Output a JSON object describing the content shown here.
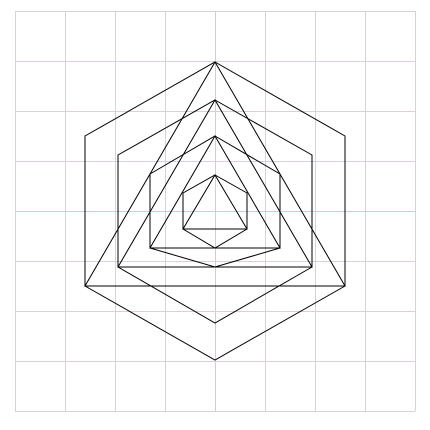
{
  "colors": {
    "background": "#ffffff",
    "grid": "#d9cfe0",
    "axis": "#f2b8e6",
    "shape_stroke": "#000000"
  },
  "figure": {
    "grid_divisions": 8,
    "hexagon_count": 4,
    "triangle_count": 4,
    "shapes": [
      {
        "shape": "hexagon",
        "level": 1
      },
      {
        "shape": "triangle",
        "level": 1
      },
      {
        "shape": "hexagon",
        "level": 2
      },
      {
        "shape": "triangle",
        "level": 2
      },
      {
        "shape": "hexagon",
        "level": 3
      },
      {
        "shape": "triangle",
        "level": 3
      },
      {
        "shape": "hexagon",
        "level": 4
      },
      {
        "shape": "triangle",
        "level": 4
      }
    ]
  }
}
